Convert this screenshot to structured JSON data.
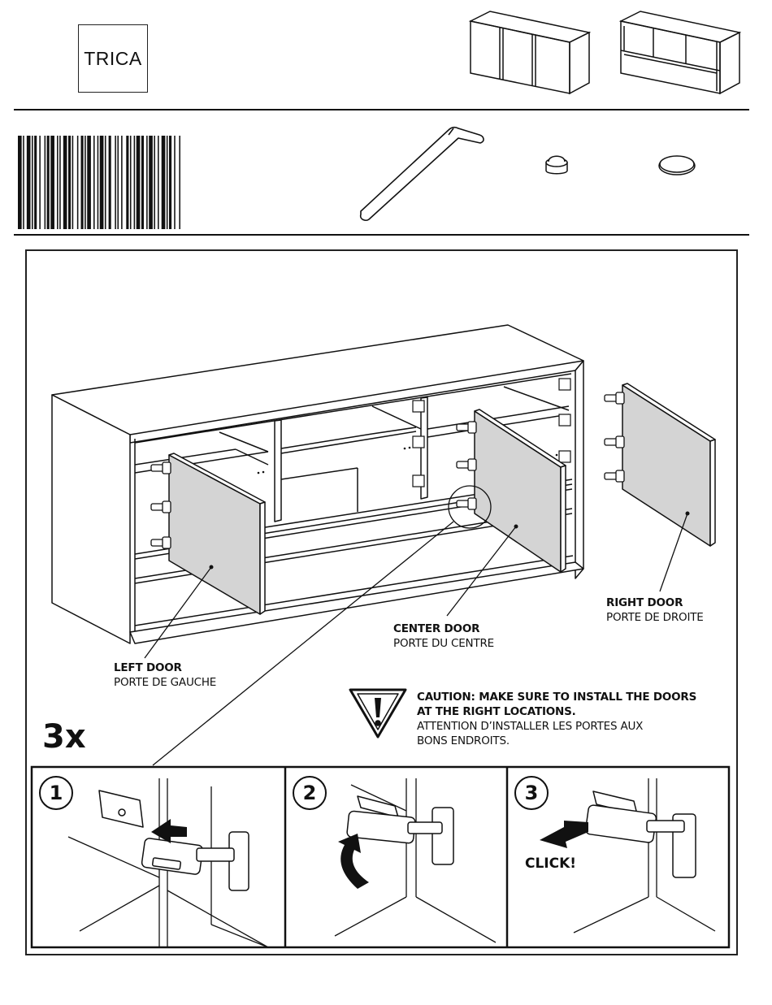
{
  "header": {
    "brand": "TRICA"
  },
  "hardware": {
    "items": [
      "allen-key-icon",
      "bumper-icon",
      "disc-pad-icon"
    ]
  },
  "labels": {
    "left_door_bold": "LEFT DOOR",
    "left_door_fr": "PORTE DE GAUCHE",
    "center_door_bold": "CENTER DOOR",
    "center_door_fr": "PORTE DU CENTRE",
    "right_door_bold": "RIGHT DOOR",
    "right_door_fr": "PORTE DE DROITE"
  },
  "caution": {
    "line1": "CAUTION: MAKE SURE TO INSTALL THE DOORS",
    "line2": "AT THE RIGHT LOCATIONS.",
    "line3": "ATTENTION D’INSTALLER LES PORTES AUX",
    "line4": "BONS ENDROITS."
  },
  "count": "3x",
  "steps": [
    {
      "number": "1"
    },
    {
      "number": "2"
    },
    {
      "number": "3",
      "note": "CLICK!"
    }
  ]
}
